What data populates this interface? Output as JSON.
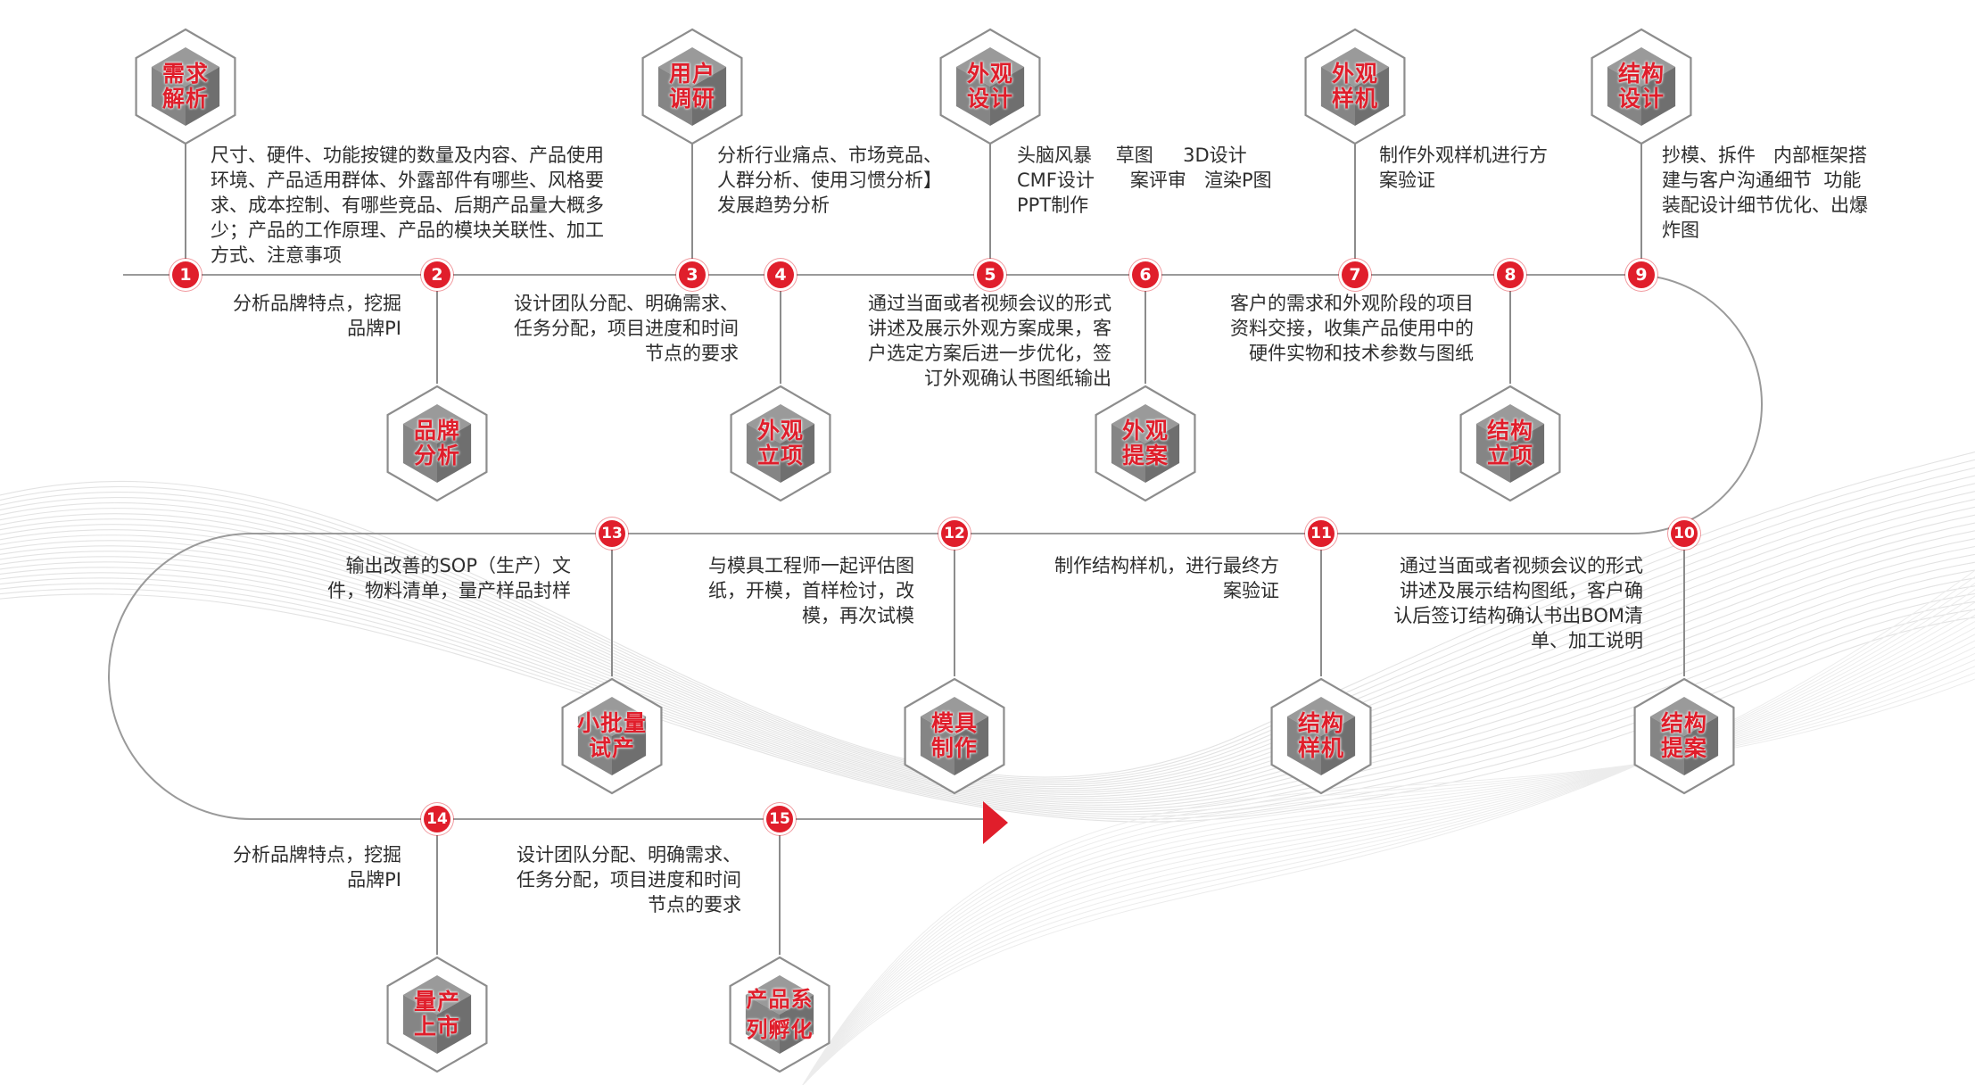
{
  "colors": {
    "accent": "#e01e2b",
    "line": "#9a9a9a",
    "hex_fill": "#7a7a7a"
  },
  "steps": [
    {
      "num": "1",
      "label": "需求\n解析"
    },
    {
      "num": "2",
      "label": "品牌\n分析"
    },
    {
      "num": "3",
      "label": "用户\n调研"
    },
    {
      "num": "4",
      "label": "外观\n立项"
    },
    {
      "num": "5",
      "label": "外观\n设计"
    },
    {
      "num": "6",
      "label": "外观\n提案"
    },
    {
      "num": "7",
      "label": "外观\n样机"
    },
    {
      "num": "8",
      "label": "结构\n立项"
    },
    {
      "num": "9",
      "label": "结构\n设计"
    },
    {
      "num": "10",
      "label": "结构\n提案"
    },
    {
      "num": "11",
      "label": "结构\n样机"
    },
    {
      "num": "12",
      "label": "模具\n制作"
    },
    {
      "num": "13",
      "label": "小批量\n试产"
    },
    {
      "num": "14",
      "label": "量产\n上市"
    },
    {
      "num": "15",
      "label": "产品系\n列孵化"
    }
  ],
  "descriptions": {
    "d1": "尺寸、硬件、功能按键的数量及内容、产品使用\n环境、产品适用群体、外露部件有哪些、风格要\n求、成本控制、有哪些竞品、后期产品量大概多\n少；产品的工作原理、产品的模块关联性、加工\n方式、注意事项",
    "d2": "分析品牌特点，挖掘\n品牌PI",
    "d3": "分析行业痛点、市场竞品、\n人群分析、使用习惯分析】\n发展趋势分析",
    "d4": "设计团队分配、明确需求、\n任务分配，项目进度和时间\n节点的要求",
    "d5": "头脑风暴    草图     3D设计\nCMF设计      案评审   渲染P图\nPPT制作",
    "d6": "通过当面或者视频会议的形式\n讲述及展示外观方案成果，客\n户选定方案后进一步优化，签\n订外观确认书图纸输出",
    "d7": "制作外观样机进行方\n案验证",
    "d8": "客户的需求和外观阶段的项目\n资料交接，收集产品使用中的\n硬件实物和技术参数与图纸",
    "d9": "抄模、拆件   内部框架搭\n建与客户沟通细节  功能\n装配设计细节优化、出爆\n炸图",
    "d10": "通过当面或者视频会议的形式\n讲述及展示结构图纸，客户确\n认后签订结构确认书出BOM清\n单、加工说明",
    "d11": "制作结构样机，进行最终方\n案验证",
    "d12": "与模具工程师一起评估图\n纸，开模，首样检讨，改\n模，再次试模",
    "d13": "输出改善的SOP（生产）文\n件，物料清单，量产样品封样",
    "d14": "分析品牌特点，挖掘\n品牌PI",
    "d15": "设计团队分配、明确需求、\n任务分配，项目进度和时间\n节点的要求"
  }
}
